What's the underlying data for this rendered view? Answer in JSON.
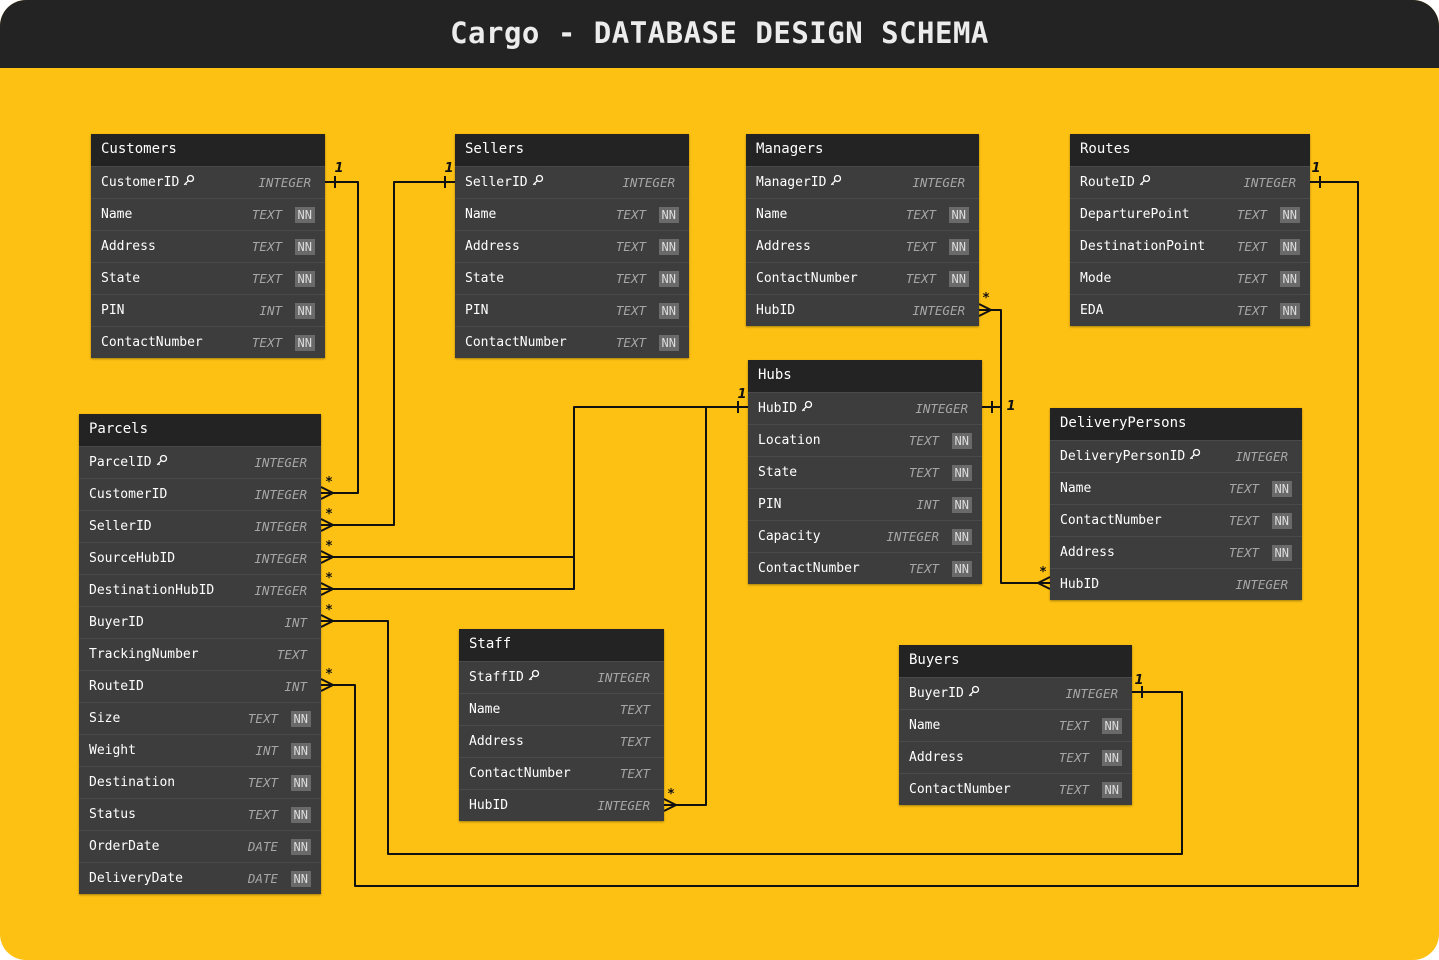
{
  "title": "Cargo - DATABASE DESIGN SCHEMA",
  "colors": {
    "background": "#FDC113",
    "header": "#232323",
    "table_header": "#232323",
    "table_body": "#3d3d3d",
    "line": "#111111"
  },
  "tables": {
    "customers": {
      "name": "Customers",
      "fields": [
        {
          "name": "CustomerID",
          "type": "INTEGER",
          "pk": true,
          "nn": false
        },
        {
          "name": "Name",
          "type": "TEXT",
          "pk": false,
          "nn": true
        },
        {
          "name": "Address",
          "type": "TEXT",
          "pk": false,
          "nn": true
        },
        {
          "name": "State",
          "type": "TEXT",
          "pk": false,
          "nn": true
        },
        {
          "name": "PIN",
          "type": "INT",
          "pk": false,
          "nn": true
        },
        {
          "name": "ContactNumber",
          "type": "TEXT",
          "pk": false,
          "nn": true
        }
      ]
    },
    "sellers": {
      "name": "Sellers",
      "fields": [
        {
          "name": "SellerID",
          "type": "INTEGER",
          "pk": true,
          "nn": false
        },
        {
          "name": "Name",
          "type": "TEXT",
          "pk": false,
          "nn": true
        },
        {
          "name": "Address",
          "type": "TEXT",
          "pk": false,
          "nn": true
        },
        {
          "name": "State",
          "type": "TEXT",
          "pk": false,
          "nn": true
        },
        {
          "name": "PIN",
          "type": "TEXT",
          "pk": false,
          "nn": true
        },
        {
          "name": "ContactNumber",
          "type": "TEXT",
          "pk": false,
          "nn": true
        }
      ]
    },
    "managers": {
      "name": "Managers",
      "fields": [
        {
          "name": "ManagerID",
          "type": "INTEGER",
          "pk": true,
          "nn": false
        },
        {
          "name": "Name",
          "type": "TEXT",
          "pk": false,
          "nn": true
        },
        {
          "name": "Address",
          "type": "TEXT",
          "pk": false,
          "nn": true
        },
        {
          "name": "ContactNumber",
          "type": "TEXT",
          "pk": false,
          "nn": true
        },
        {
          "name": "HubID",
          "type": "INTEGER",
          "pk": false,
          "nn": false
        }
      ]
    },
    "routes": {
      "name": "Routes",
      "fields": [
        {
          "name": "RouteID",
          "type": "INTEGER",
          "pk": true,
          "nn": false
        },
        {
          "name": "DeparturePoint",
          "type": "TEXT",
          "pk": false,
          "nn": true
        },
        {
          "name": "DestinationPoint",
          "type": "TEXT",
          "pk": false,
          "nn": true
        },
        {
          "name": "Mode",
          "type": "TEXT",
          "pk": false,
          "nn": true
        },
        {
          "name": "EDA",
          "type": "TEXT",
          "pk": false,
          "nn": true
        }
      ]
    },
    "parcels": {
      "name": "Parcels",
      "fields": [
        {
          "name": "ParcelID",
          "type": "INTEGER",
          "pk": true,
          "nn": false
        },
        {
          "name": "CustomerID",
          "type": "INTEGER",
          "pk": false,
          "nn": false
        },
        {
          "name": "SellerID",
          "type": "INTEGER",
          "pk": false,
          "nn": false
        },
        {
          "name": "SourceHubID",
          "type": "INTEGER",
          "pk": false,
          "nn": false
        },
        {
          "name": "DestinationHubID",
          "type": "INTEGER",
          "pk": false,
          "nn": false
        },
        {
          "name": "BuyerID",
          "type": "INT",
          "pk": false,
          "nn": false
        },
        {
          "name": "TrackingNumber",
          "type": "TEXT",
          "pk": false,
          "nn": false
        },
        {
          "name": "RouteID",
          "type": "INT",
          "pk": false,
          "nn": false
        },
        {
          "name": "Size",
          "type": "TEXT",
          "pk": false,
          "nn": true
        },
        {
          "name": "Weight",
          "type": "INT",
          "pk": false,
          "nn": true
        },
        {
          "name": "Destination",
          "type": "TEXT",
          "pk": false,
          "nn": true
        },
        {
          "name": "Status",
          "type": "TEXT",
          "pk": false,
          "nn": true
        },
        {
          "name": "OrderDate",
          "type": "DATE",
          "pk": false,
          "nn": true
        },
        {
          "name": "DeliveryDate",
          "type": "DATE",
          "pk": false,
          "nn": true
        }
      ]
    },
    "hubs": {
      "name": "Hubs",
      "fields": [
        {
          "name": "HubID",
          "type": "INTEGER",
          "pk": true,
          "nn": false
        },
        {
          "name": "Location",
          "type": "TEXT",
          "pk": false,
          "nn": true
        },
        {
          "name": "State",
          "type": "TEXT",
          "pk": false,
          "nn": true
        },
        {
          "name": "PIN",
          "type": "INT",
          "pk": false,
          "nn": true
        },
        {
          "name": "Capacity",
          "type": "INTEGER",
          "pk": false,
          "nn": true
        },
        {
          "name": "ContactNumber",
          "type": "TEXT",
          "pk": false,
          "nn": true
        }
      ]
    },
    "deliverypersons": {
      "name": "DeliveryPersons",
      "fields": [
        {
          "name": "DeliveryPersonID",
          "type": "INTEGER",
          "pk": true,
          "nn": false
        },
        {
          "name": "Name",
          "type": "TEXT",
          "pk": false,
          "nn": true
        },
        {
          "name": "ContactNumber",
          "type": "TEXT",
          "pk": false,
          "nn": true
        },
        {
          "name": "Address",
          "type": "TEXT",
          "pk": false,
          "nn": true
        },
        {
          "name": "HubID",
          "type": "INTEGER",
          "pk": false,
          "nn": false
        }
      ]
    },
    "staff": {
      "name": "Staff",
      "fields": [
        {
          "name": "StaffID",
          "type": "INTEGER",
          "pk": true,
          "nn": false
        },
        {
          "name": "Name",
          "type": "TEXT",
          "pk": false,
          "nn": false
        },
        {
          "name": "Address",
          "type": "TEXT",
          "pk": false,
          "nn": false
        },
        {
          "name": "ContactNumber",
          "type": "TEXT",
          "pk": false,
          "nn": false
        },
        {
          "name": "HubID",
          "type": "INTEGER",
          "pk": false,
          "nn": false
        }
      ]
    },
    "buyers": {
      "name": "Buyers",
      "fields": [
        {
          "name": "BuyerID",
          "type": "INTEGER",
          "pk": true,
          "nn": false
        },
        {
          "name": "Name",
          "type": "TEXT",
          "pk": false,
          "nn": true
        },
        {
          "name": "Address",
          "type": "TEXT",
          "pk": false,
          "nn": true
        },
        {
          "name": "ContactNumber",
          "type": "TEXT",
          "pk": false,
          "nn": true
        }
      ]
    }
  },
  "nn_label": "NN",
  "relationships": [
    {
      "from": "parcels.CustomerID",
      "to": "customers.CustomerID",
      "many": "*",
      "one": "1"
    },
    {
      "from": "parcels.SellerID",
      "to": "sellers.SellerID",
      "many": "*",
      "one": "1"
    },
    {
      "from": "parcels.SourceHubID",
      "to": "hubs.HubID",
      "many": "*",
      "one": "1"
    },
    {
      "from": "parcels.DestinationHubID",
      "to": "hubs.HubID",
      "many": "*",
      "one": "1"
    },
    {
      "from": "parcels.BuyerID",
      "to": "buyers.BuyerID",
      "many": "*",
      "one": "1"
    },
    {
      "from": "parcels.RouteID",
      "to": "routes.RouteID",
      "many": "*",
      "one": "1"
    },
    {
      "from": "managers.HubID",
      "to": "hubs.HubID",
      "many": "*",
      "one": "1"
    },
    {
      "from": "deliverypersons.HubID",
      "to": "hubs.HubID",
      "many": "*",
      "one": "1"
    },
    {
      "from": "staff.HubID",
      "to": "hubs.HubID",
      "many": "*",
      "one": "1"
    }
  ]
}
